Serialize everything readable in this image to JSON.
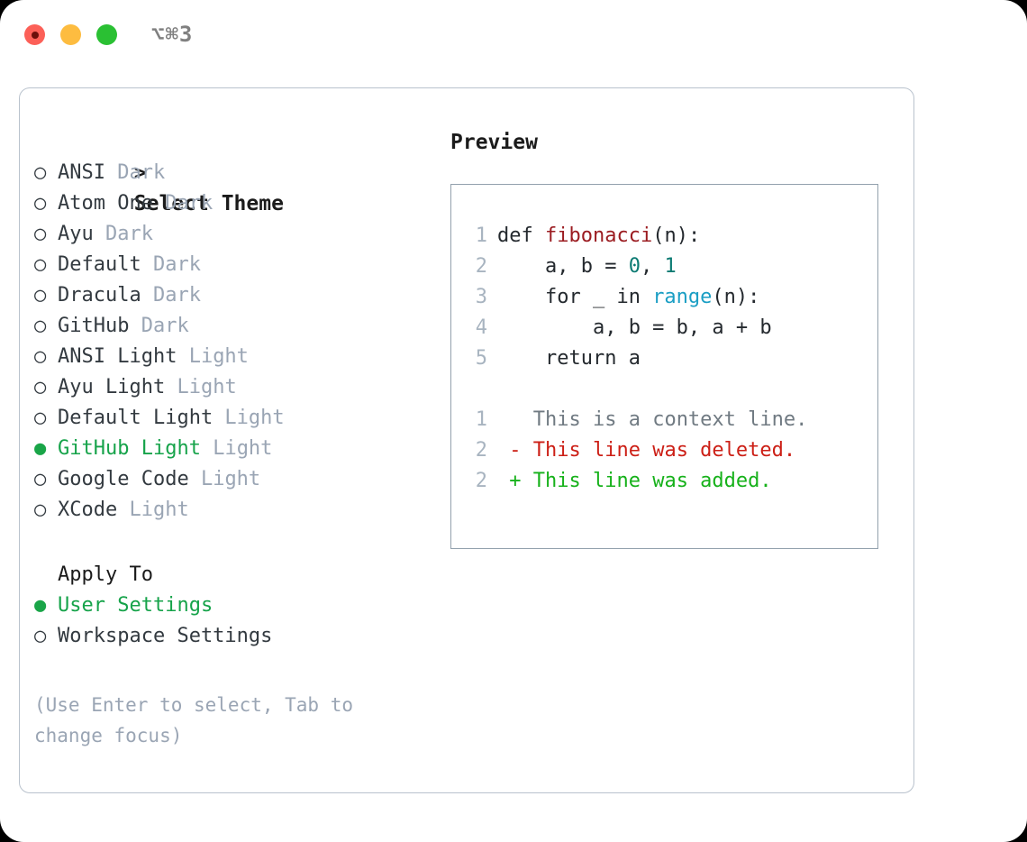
{
  "titlebar": {
    "shortcut": "⌥⌘3",
    "buttons": {
      "close": "close",
      "minimize": "minimize",
      "zoom": "zoom"
    }
  },
  "theme_section": {
    "prefix": ">",
    "heading": "Select Theme",
    "items": [
      {
        "bullet": "○",
        "label": "ANSI",
        "tag": "Dark",
        "selected": false
      },
      {
        "bullet": "○",
        "label": "Atom One",
        "tag": "Dark",
        "selected": false
      },
      {
        "bullet": "○",
        "label": "Ayu",
        "tag": "Dark",
        "selected": false
      },
      {
        "bullet": "○",
        "label": "Default",
        "tag": "Dark",
        "selected": false
      },
      {
        "bullet": "○",
        "label": "Dracula",
        "tag": "Dark",
        "selected": false
      },
      {
        "bullet": "○",
        "label": "GitHub",
        "tag": "Dark",
        "selected": false
      },
      {
        "bullet": "○",
        "label": "ANSI Light",
        "tag": "Light",
        "selected": false
      },
      {
        "bullet": "○",
        "label": "Ayu Light",
        "tag": "Light",
        "selected": false
      },
      {
        "bullet": "○",
        "label": "Default Light",
        "tag": "Light",
        "selected": false
      },
      {
        "bullet": "●",
        "label": "GitHub Light",
        "tag": "Light",
        "selected": true
      },
      {
        "bullet": "○",
        "label": "Google Code",
        "tag": "Light",
        "selected": false
      },
      {
        "bullet": "○",
        "label": "XCode",
        "tag": "Light",
        "selected": false
      }
    ]
  },
  "apply_section": {
    "heading": "Apply To",
    "items": [
      {
        "bullet": "●",
        "label": "User Settings",
        "selected": true
      },
      {
        "bullet": "○",
        "label": "Workspace Settings",
        "selected": false
      }
    ]
  },
  "hint": "(Use Enter to select, Tab to change focus)",
  "preview": {
    "title": "Preview",
    "code_lines": [
      {
        "num": "1",
        "segments": [
          {
            "t": "def ",
            "c": "plain"
          },
          {
            "t": "fibonacci",
            "c": "fn"
          },
          {
            "t": "(n):",
            "c": "plain"
          }
        ]
      },
      {
        "num": "2",
        "segments": [
          {
            "t": "    a, b = ",
            "c": "plain"
          },
          {
            "t": "0",
            "c": "num"
          },
          {
            "t": ", ",
            "c": "plain"
          },
          {
            "t": "1",
            "c": "num"
          }
        ]
      },
      {
        "num": "3",
        "segments": [
          {
            "t": "    for _ in ",
            "c": "plain"
          },
          {
            "t": "range",
            "c": "call"
          },
          {
            "t": "(n):",
            "c": "plain"
          }
        ]
      },
      {
        "num": "4",
        "segments": [
          {
            "t": "        a, b = b, a + b",
            "c": "plain"
          }
        ]
      },
      {
        "num": "5",
        "segments": [
          {
            "t": "    return a",
            "c": "plain"
          }
        ]
      }
    ],
    "diff_lines": [
      {
        "num": "1",
        "marker": " ",
        "text": "This is a context line.",
        "kind": "ctx"
      },
      {
        "num": "2",
        "marker": "-",
        "text": "This line was deleted.",
        "kind": "del"
      },
      {
        "num": "2",
        "marker": "+",
        "text": "This line was added.",
        "kind": "add"
      }
    ]
  },
  "colors": {
    "accent_green": "#16a34a",
    "tag_gray": "#9aa5b4",
    "hint_gray": "#9aa5b4",
    "line_number": "#a8b4c0",
    "panel_border": "#93a1ad",
    "frame_border": "#b9c2cd",
    "diff_add": "#16b11a",
    "diff_del": "#cc1f16",
    "diff_ctx": "#707a82",
    "syntax_function": "#9b1c21",
    "syntax_number": "#0b7a72",
    "syntax_call": "#1a9ec4",
    "traffic_red": "#fc6058",
    "traffic_amber": "#fdbc40",
    "traffic_green": "#2ac033"
  }
}
